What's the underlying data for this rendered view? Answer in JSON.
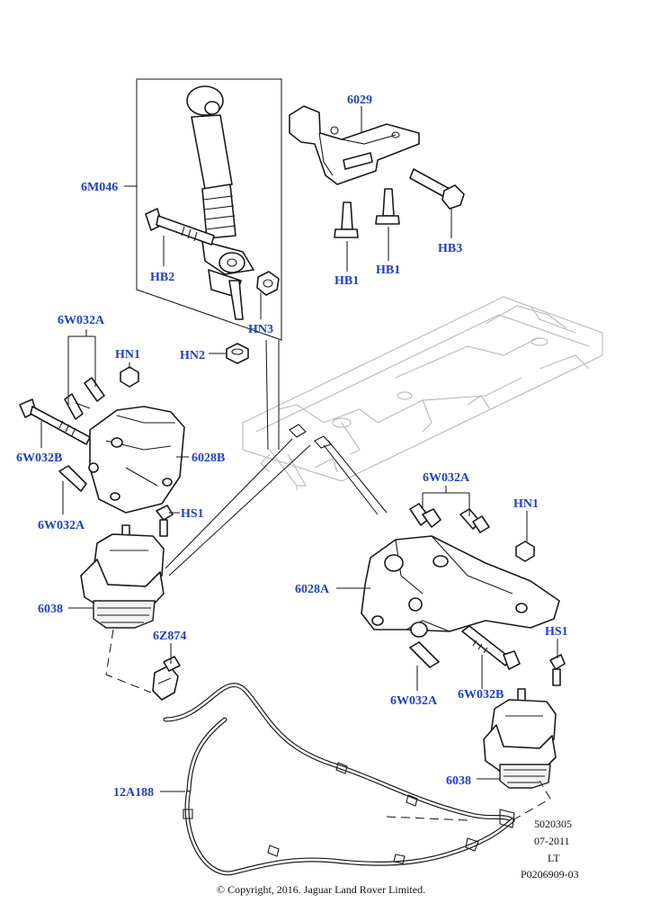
{
  "callouts": {
    "6M046": "6M046",
    "HB2": "HB2",
    "HN3": "HN3",
    "HN2": "HN2",
    "6029": "6029",
    "HB3": "HB3",
    "HB1_left": "HB1",
    "HB1_right": "HB1",
    "6W032A_top_left": "6W032A",
    "HN1_left": "HN1",
    "6W032B_left": "6W032B",
    "6028B": "6028B",
    "6W032A_left_lower": "6W032A",
    "HS1_left": "HS1",
    "6038_left": "6038",
    "6Z874": "6Z874",
    "12A188": "12A188",
    "6W032A_right_top": "6W032A",
    "HN1_right": "HN1",
    "6028A": "6028A",
    "HS1_right": "HS1",
    "6W032A_right_lower": "6W032A",
    "6W032B_right": "6W032B",
    "6038_right": "6038"
  },
  "reference": {
    "number": "5020305",
    "date": "07-2011",
    "code": "LT",
    "part_ref": "P0206909-03"
  },
  "copyright": "© Copyright, 2016. Jaguar Land Rover Limited."
}
